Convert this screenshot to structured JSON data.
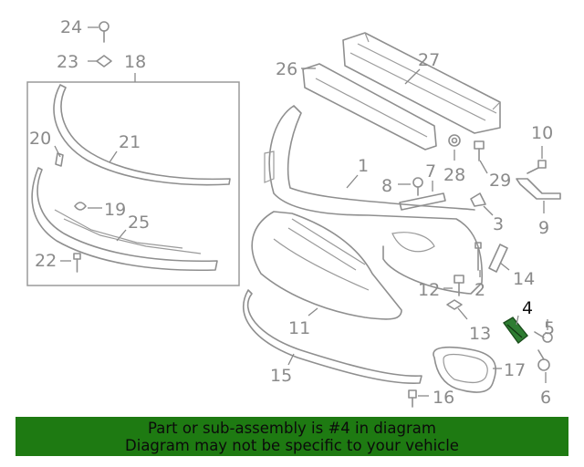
{
  "diagram": {
    "callouts": [
      {
        "id": "c1",
        "text": "1"
      },
      {
        "id": "c2",
        "text": "2"
      },
      {
        "id": "c3",
        "text": "3"
      },
      {
        "id": "c4",
        "text": "4"
      },
      {
        "id": "c5",
        "text": "5"
      },
      {
        "id": "c6",
        "text": "6"
      },
      {
        "id": "c7",
        "text": "7"
      },
      {
        "id": "c8",
        "text": "8"
      },
      {
        "id": "c9",
        "text": "9"
      },
      {
        "id": "c10",
        "text": "10"
      },
      {
        "id": "c11",
        "text": "11"
      },
      {
        "id": "c12",
        "text": "12"
      },
      {
        "id": "c13",
        "text": "13"
      },
      {
        "id": "c14",
        "text": "14"
      },
      {
        "id": "c15",
        "text": "15"
      },
      {
        "id": "c16",
        "text": "16"
      },
      {
        "id": "c17",
        "text": "17"
      },
      {
        "id": "c18",
        "text": "18"
      },
      {
        "id": "c19",
        "text": "19"
      },
      {
        "id": "c20",
        "text": "20"
      },
      {
        "id": "c21",
        "text": "21"
      },
      {
        "id": "c22",
        "text": "22"
      },
      {
        "id": "c23",
        "text": "23"
      },
      {
        "id": "c24",
        "text": "24"
      },
      {
        "id": "c25",
        "text": "25"
      },
      {
        "id": "c26",
        "text": "26"
      },
      {
        "id": "c27",
        "text": "27"
      },
      {
        "id": "c28",
        "text": "28"
      },
      {
        "id": "c29",
        "text": "29"
      }
    ],
    "highlighted_part": "4",
    "highlight_color": "#2e7d32"
  },
  "banner": {
    "line1": "Part or sub-assembly is #4 in diagram",
    "line2": "Diagram may not be specific to your vehicle",
    "background": "#1e7a12"
  }
}
